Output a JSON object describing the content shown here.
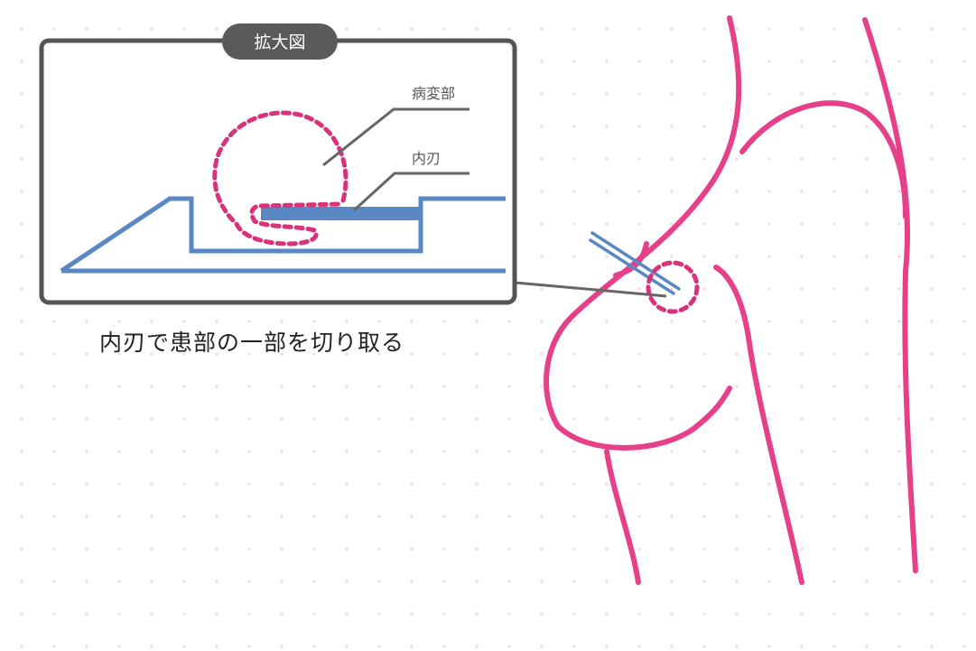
{
  "inset": {
    "badge": "拡大図",
    "label_lesion": "病変部",
    "label_blade": "内刃"
  },
  "caption": "内刃で患部の一部を切り取る",
  "colors": {
    "body_outline": "#e6408a",
    "lesion_dashes": "#d9327b",
    "needle": "#5a88c4",
    "frame": "#555555",
    "leader": "#666666",
    "badge_bg": "#5a5a5a",
    "background_dots": "#f6d3df"
  }
}
